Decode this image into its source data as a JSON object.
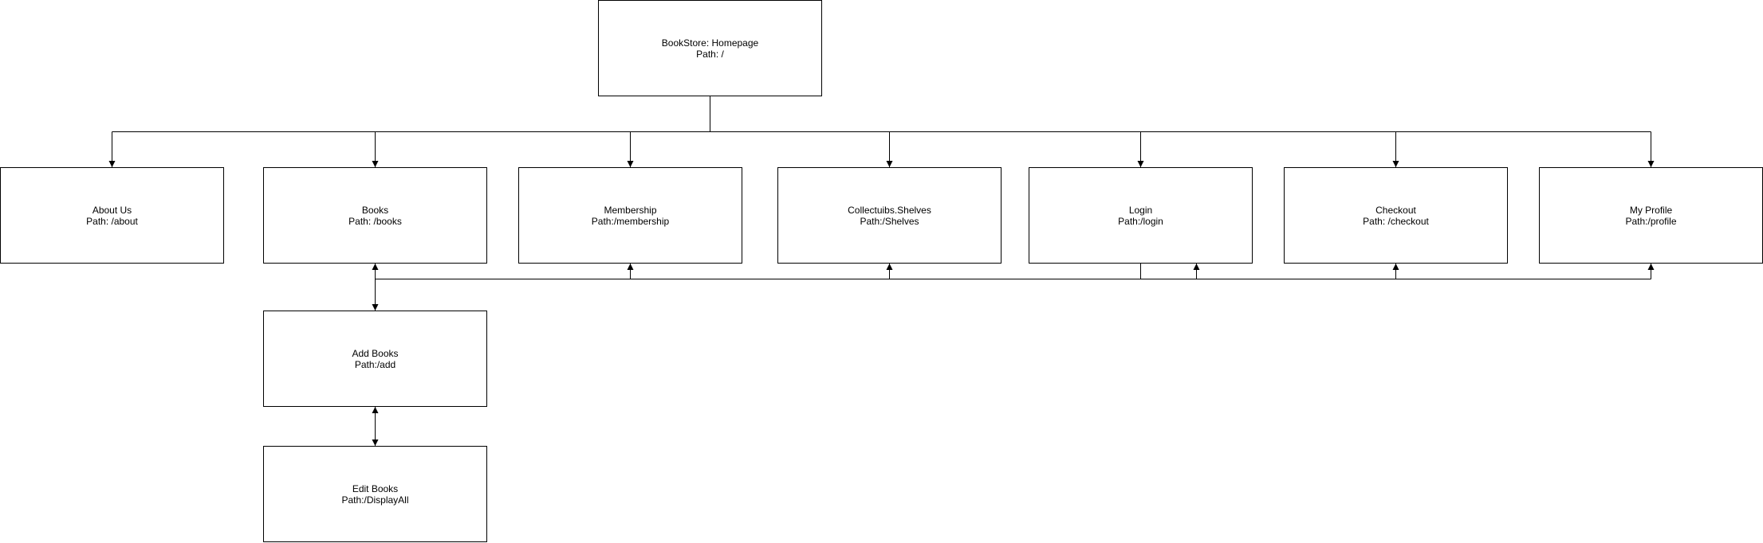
{
  "diagram": {
    "nodes": {
      "homepage": {
        "title": "BookStore: Homepage",
        "path": "Path: /"
      },
      "about": {
        "title": "About Us",
        "path": "Path: /about"
      },
      "books": {
        "title": "Books",
        "path": "Path: /books"
      },
      "membership": {
        "title": "Membership",
        "path": "Path:/membership"
      },
      "shelves": {
        "title": "Collectuibs.Shelves",
        "path": "Path:/Shelves"
      },
      "login": {
        "title": "Login",
        "path": "Path:/login"
      },
      "checkout": {
        "title": "Checkout",
        "path": "Path: /checkout"
      },
      "profile": {
        "title": "My Profile",
        "path": "Path:/profile"
      },
      "addbooks": {
        "title": "Add Books",
        "path": "Path:/add"
      },
      "editbooks": {
        "title": "Edit Books",
        "path": "Path:/DisplayAll"
      }
    },
    "edges": [
      {
        "from": "homepage",
        "to": "about"
      },
      {
        "from": "homepage",
        "to": "books"
      },
      {
        "from": "homepage",
        "to": "membership"
      },
      {
        "from": "homepage",
        "to": "shelves"
      },
      {
        "from": "homepage",
        "to": "login"
      },
      {
        "from": "homepage",
        "to": "checkout"
      },
      {
        "from": "homepage",
        "to": "profile"
      },
      {
        "from": "books",
        "to": "addbooks",
        "bidirectional": true
      },
      {
        "from": "addbooks",
        "to": "editbooks",
        "bidirectional": true
      },
      {
        "from": "login",
        "to": "books"
      },
      {
        "from": "login",
        "to": "membership"
      },
      {
        "from": "login",
        "to": "shelves"
      },
      {
        "from": "login",
        "to": "login"
      },
      {
        "from": "login",
        "to": "checkout"
      },
      {
        "from": "login",
        "to": "profile"
      }
    ],
    "colors": {
      "line": "#000000",
      "box_border": "#000000",
      "background": "#ffffff"
    }
  }
}
